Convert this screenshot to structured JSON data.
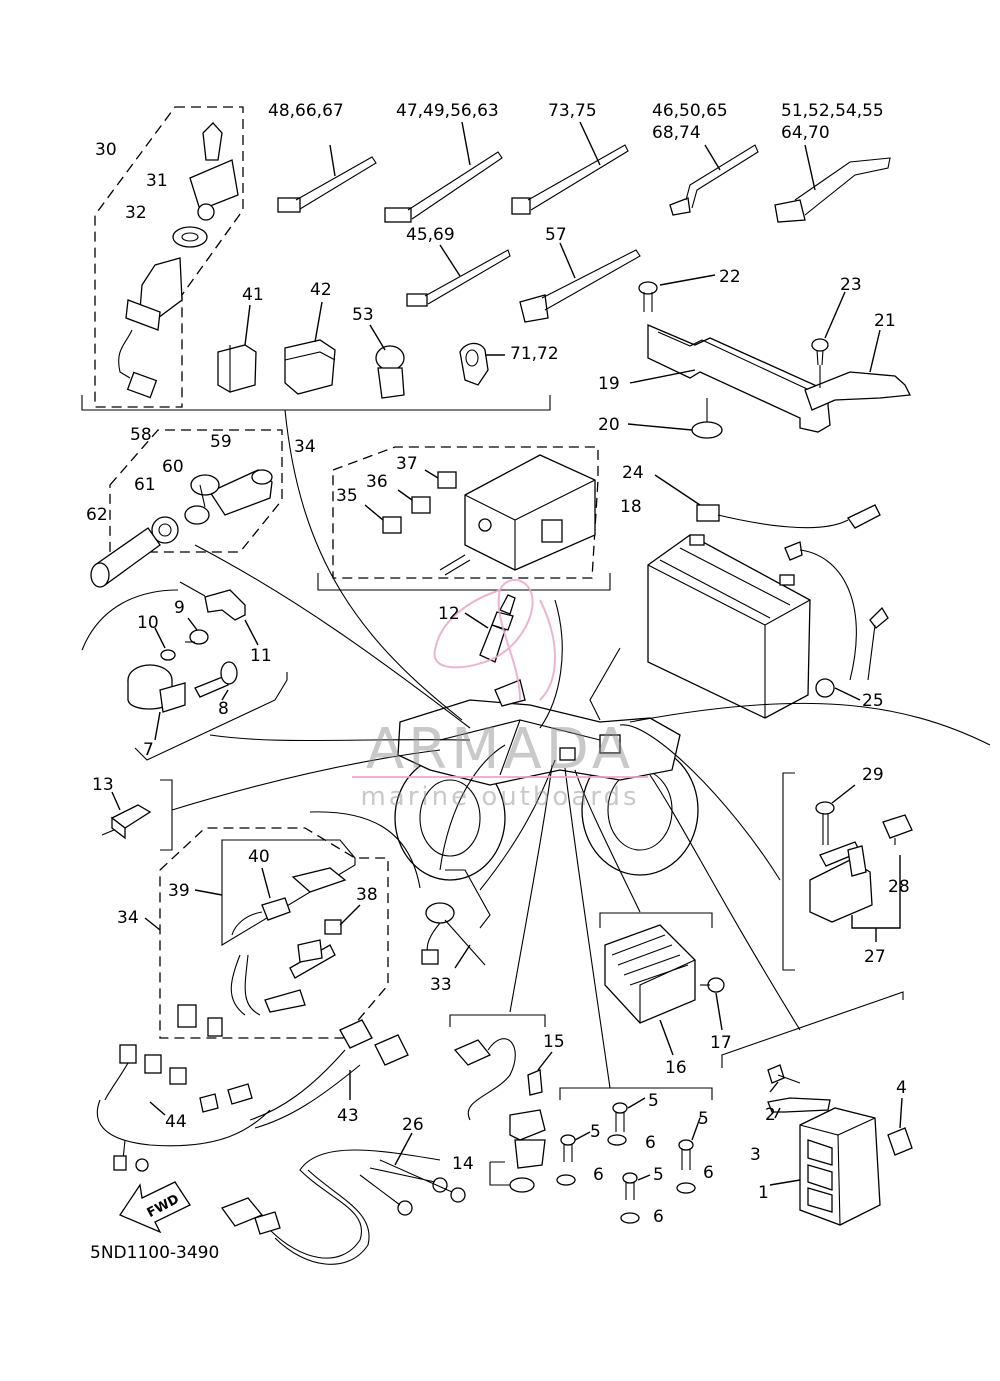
{
  "callouts": {
    "c1": "1",
    "c2": "2",
    "c3": "3",
    "c4": "4",
    "c5a": "5",
    "c5b": "5",
    "c5c": "5",
    "c5d": "5",
    "c6a": "6",
    "c6b": "6",
    "c6c": "6",
    "c6d": "6",
    "c7": "7",
    "c8": "8",
    "c9": "9",
    "c10": "10",
    "c11": "11",
    "c12": "12",
    "c13": "13",
    "c14": "14",
    "c15": "15",
    "c16": "16",
    "c17": "17",
    "c18": "18",
    "c19": "19",
    "c20": "20",
    "c21": "21",
    "c22": "22",
    "c23": "23",
    "c24": "24",
    "c25": "25",
    "c26": "26",
    "c27": "27",
    "c28": "28",
    "c29": "29",
    "c30": "30",
    "c31": "31",
    "c32": "32",
    "c33": "33",
    "c34a": "34",
    "c34b": "34",
    "c35": "35",
    "c36": "36",
    "c37": "37",
    "c38": "38",
    "c39": "39",
    "c40": "40",
    "c41": "41",
    "c42": "42",
    "c43": "43",
    "c44": "44",
    "c53": "53",
    "c57": "57",
    "c58": "58",
    "c59": "59",
    "c60": "60",
    "c61": "61",
    "c62": "62",
    "c45_69": "45,69",
    "c71_72": "71,72",
    "c48_66_67": "48,66,67",
    "c47_49_56_63": "47,49,56,63",
    "c73_75": "73,75",
    "c46_50_65_l1": "46,50,65",
    "c46_50_65_l2": "68,74",
    "c51_52_54_55_l1": "51,52,54,55",
    "c51_52_54_55_l2": "64,70"
  },
  "fwd_label": "FWD",
  "diagram_code": "5ND1100-3490",
  "watermark": {
    "brand": "ARMADA",
    "tagline": "marine outboards",
    "color": "#e9a7c8"
  }
}
